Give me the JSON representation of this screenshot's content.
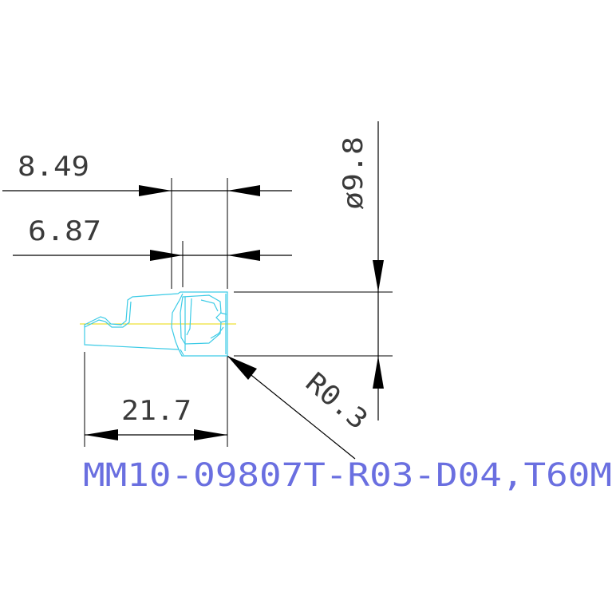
{
  "drawing": {
    "dimensions": {
      "overall_length": "8.49",
      "neck_length": "6.87",
      "diameter": "ø9.8",
      "body_length": "21.7",
      "corner_radius": "R0.3"
    },
    "part_number": "MM10-09807T-R03-D04,T60M"
  },
  "colors": {
    "dimension": "#000000",
    "text": "#3a3a3a",
    "outline": "#3ccbe6",
    "centerline": "#e8d800",
    "label": "#6a6fe0"
  }
}
